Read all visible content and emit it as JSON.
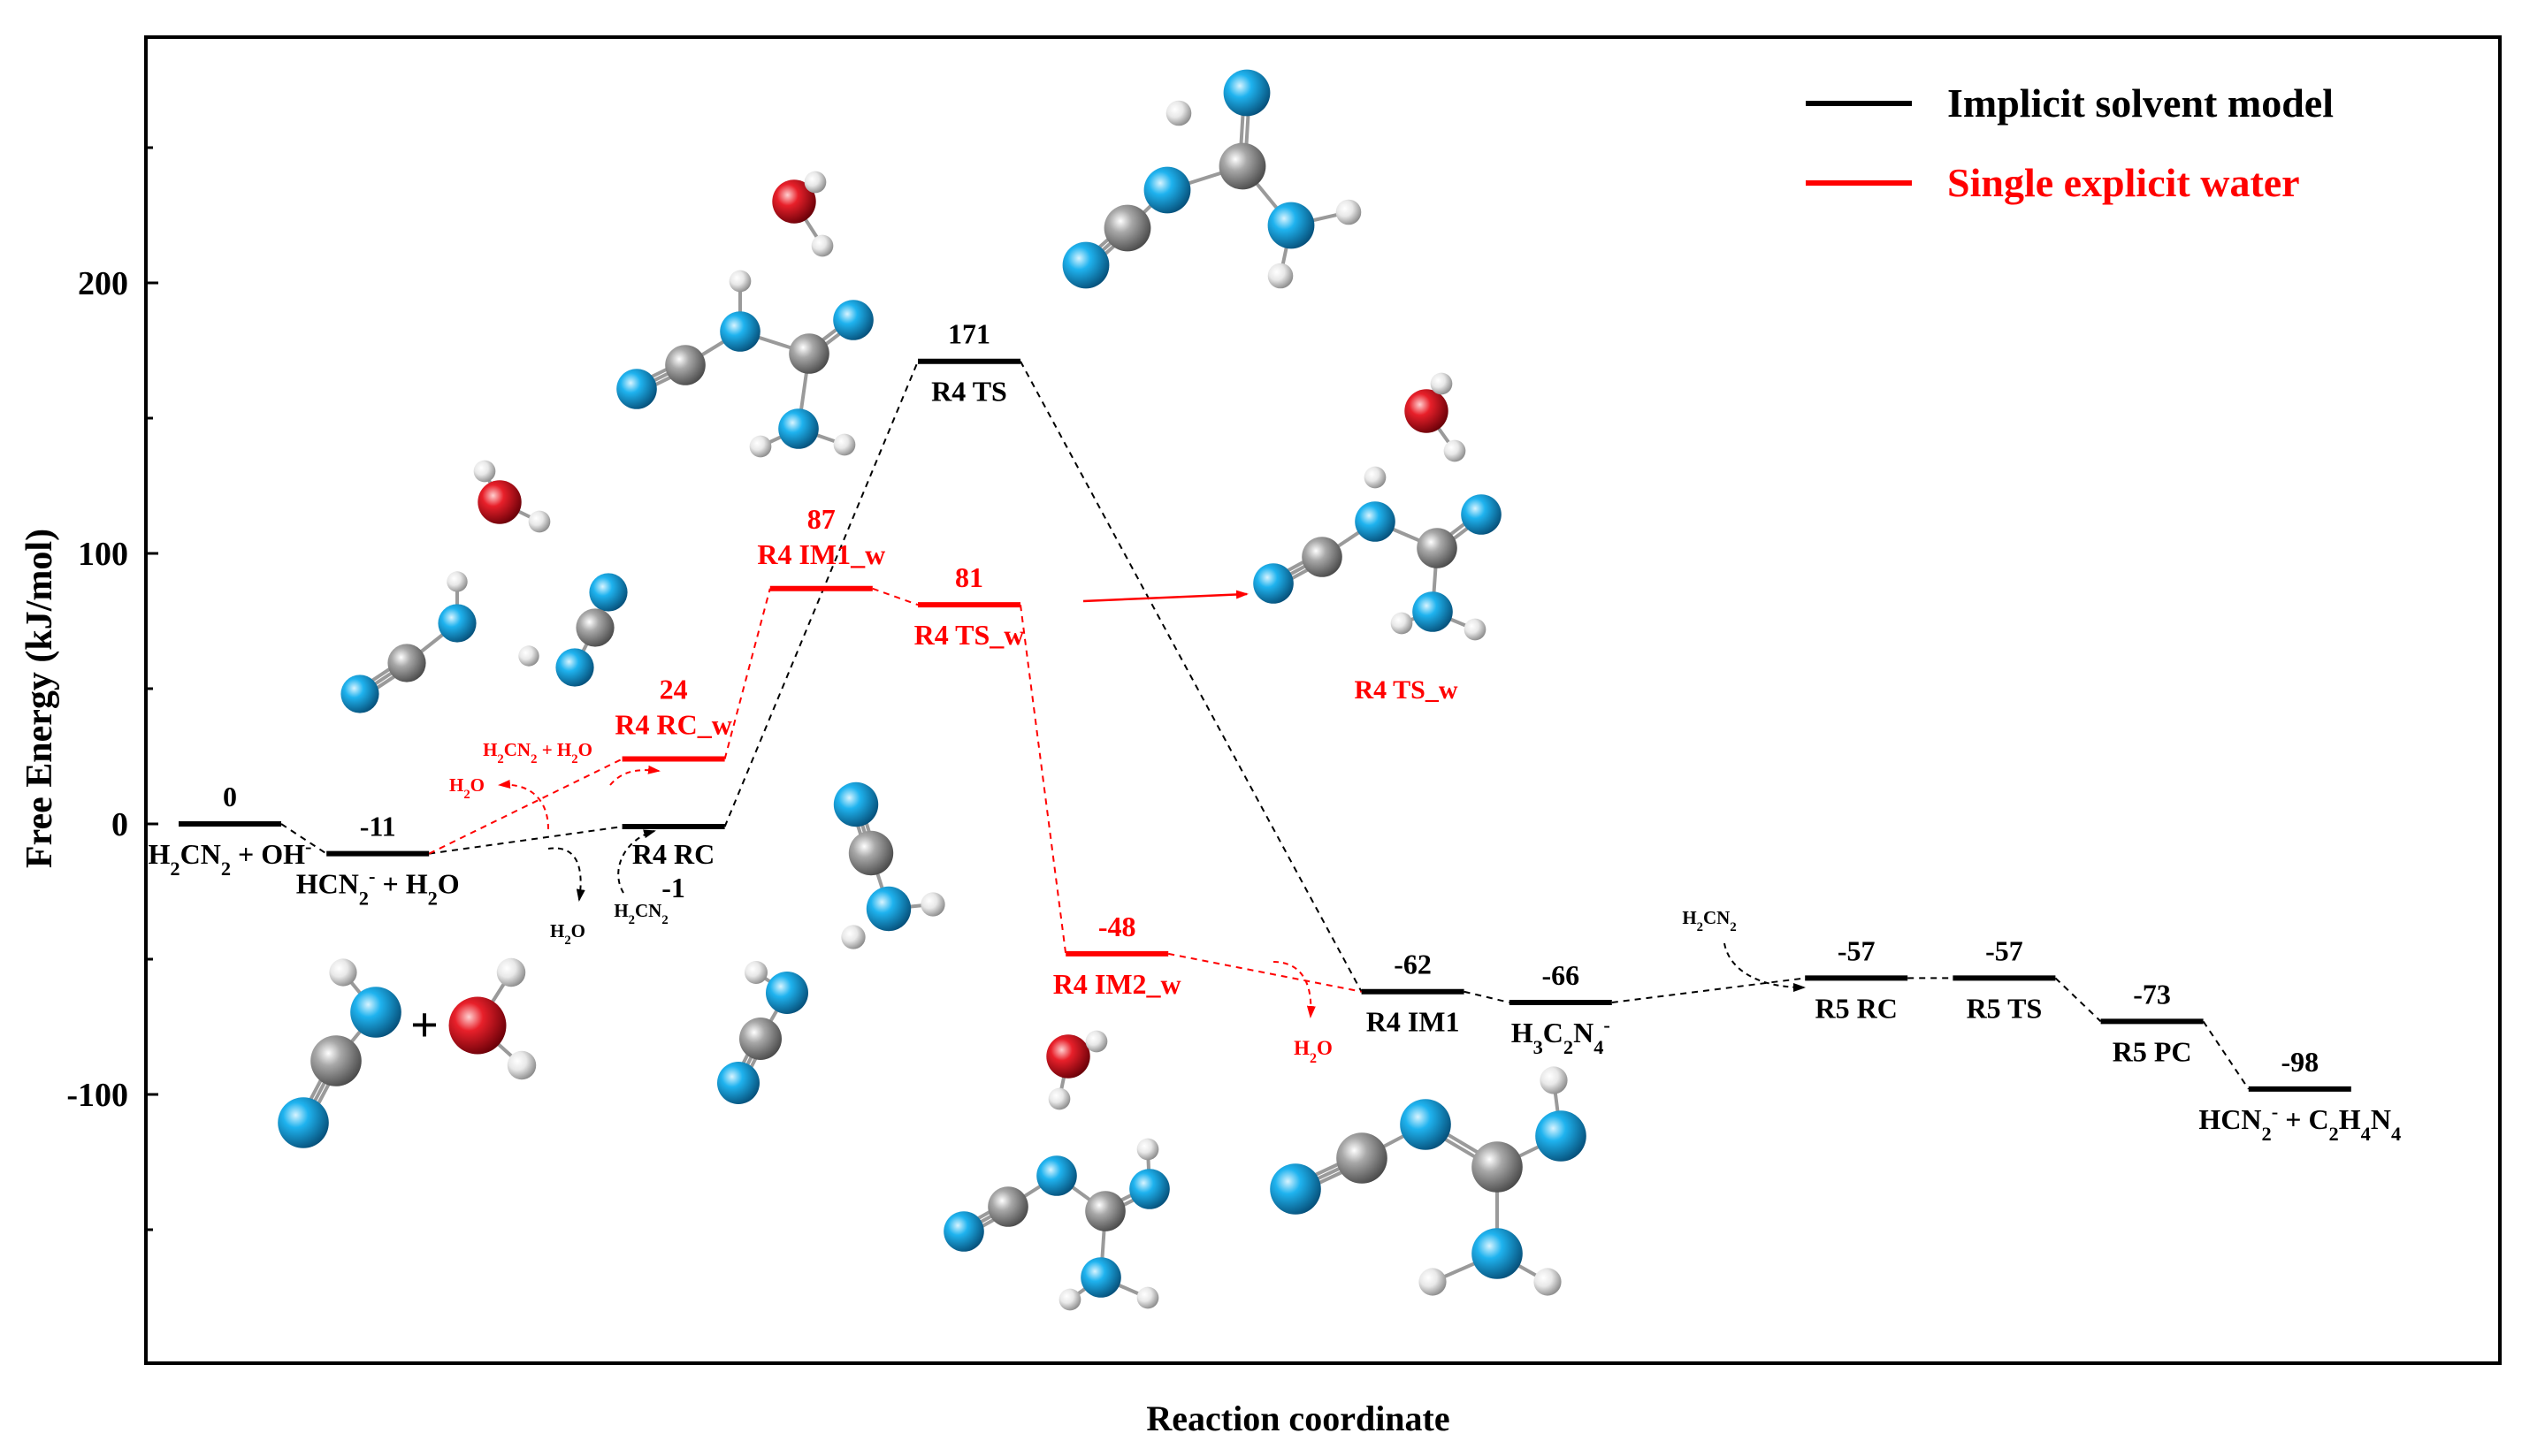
{
  "chart_data": {
    "type": "energy_profile",
    "xlabel": "Reaction coordinate",
    "ylabel": "Free Energy (kJ/mol)",
    "ylim": [
      -200,
      290
    ],
    "y_ticks": [
      -100,
      0,
      100,
      200
    ],
    "y_tick_labels": [
      "-100",
      "0",
      "100",
      "200"
    ],
    "grid": false,
    "legend_position": "top-right",
    "legend": [
      {
        "label": "Implicit solvent model",
        "color": "#000000"
      },
      {
        "label": "Single explicit water",
        "color": "#ff0000"
      }
    ],
    "x_positions": 16,
    "series": [
      {
        "name": "Implicit solvent model",
        "color": "#000000",
        "levels": [
          {
            "pos": 1,
            "energy": 0,
            "value_label": "0",
            "name_html": "H<tspan baseline-shift=\"sub\" font-size=\"70%\">2</tspan>CN<tspan baseline-shift=\"sub\" font-size=\"70%\">2</tspan> + OH<tspan baseline-shift=\"super\" font-size=\"70%\">-</tspan>"
          },
          {
            "pos": 2,
            "energy": -11,
            "value_label": "-11",
            "name_html": "HCN<tspan baseline-shift=\"sub\" font-size=\"70%\">2</tspan><tspan baseline-shift=\"super\" font-size=\"70%\">-</tspan> + H<tspan baseline-shift=\"sub\" font-size=\"70%\">2</tspan>O"
          },
          {
            "pos": 4,
            "energy": -1,
            "value_label": "-1",
            "name_html": "R4 RC",
            "value_below": true
          },
          {
            "pos": 6,
            "energy": 171,
            "value_label": "171",
            "name_html": "R4 TS"
          },
          {
            "pos": 9,
            "energy": -62,
            "value_label": "-62",
            "name_html": "R4 IM1"
          },
          {
            "pos": 10,
            "energy": -66,
            "value_label": "-66",
            "name_html": "H<tspan baseline-shift=\"sub\" font-size=\"70%\">3</tspan>C<tspan baseline-shift=\"sub\" font-size=\"70%\">2</tspan>N<tspan baseline-shift=\"sub\" font-size=\"70%\">4</tspan><tspan baseline-shift=\"super\" font-size=\"70%\">-</tspan>"
          },
          {
            "pos": 12,
            "energy": -57,
            "value_label": "-57",
            "name_html": "R5 RC"
          },
          {
            "pos": 13,
            "energy": -57,
            "value_label": "-57",
            "name_html": "R5 TS"
          },
          {
            "pos": 14,
            "energy": -73,
            "value_label": "-73",
            "name_html": "R5 PC"
          },
          {
            "pos": 15,
            "energy": -98,
            "value_label": "-98",
            "name_html": "HCN<tspan baseline-shift=\"sub\" font-size=\"70%\">2</tspan><tspan baseline-shift=\"super\" font-size=\"70%\">-</tspan> + C<tspan baseline-shift=\"sub\" font-size=\"70%\">2</tspan>H<tspan baseline-shift=\"sub\" font-size=\"70%\">4</tspan>N<tspan baseline-shift=\"sub\" font-size=\"70%\">4</tspan>"
          }
        ]
      },
      {
        "name": "Single explicit water",
        "color": "#ff0000",
        "levels": [
          {
            "pos": 4,
            "energy": 24,
            "value_label": "24",
            "name_html": "R4 RC_w",
            "name_above": true
          },
          {
            "pos": 5,
            "energy": 87,
            "value_label": "87",
            "name_html": "R4 IM1_w",
            "name_above": true
          },
          {
            "pos": 6,
            "energy": 81,
            "value_label": "81",
            "name_html": "R4 TS_w"
          },
          {
            "pos": 7,
            "energy": -48,
            "value_label": "-48",
            "name_html": "R4 IM2_w"
          }
        ]
      }
    ],
    "annotations": [
      {
        "text_html": "H<tspan baseline-shift=\"sub\" font-size=\"70%\">2</tspan>CN<tspan baseline-shift=\"sub\" font-size=\"70%\">2</tspan> + H<tspan baseline-shift=\"sub\" font-size=\"70%\">2</tspan>O",
        "color": "#ff0000"
      },
      {
        "text_html": "H<tspan baseline-shift=\"sub\" font-size=\"70%\">2</tspan>O",
        "color": "#ff0000"
      },
      {
        "text_html": "H<tspan baseline-shift=\"sub\" font-size=\"70%\">2</tspan>O",
        "color": "#000000"
      },
      {
        "text_html": "H<tspan baseline-shift=\"sub\" font-size=\"70%\">2</tspan>CN<tspan baseline-shift=\"sub\" font-size=\"70%\">2</tspan>",
        "color": "#000000"
      },
      {
        "text_html": "H<tspan baseline-shift=\"sub\" font-size=\"70%\">2</tspan>CN<tspan baseline-shift=\"sub\" font-size=\"70%\">2</tspan>",
        "color": "#000000"
      },
      {
        "text_html": "H<tspan baseline-shift=\"sub\" font-size=\"70%\">2</tspan>O",
        "color": "#ff0000"
      },
      {
        "text_html": "R4 TS_w",
        "color": "#ff0000"
      },
      {
        "text_html": "+",
        "color": "#000000"
      }
    ]
  },
  "atom_colors": {
    "carbon": "#8c8c8c",
    "nitrogen": "#1aa9e6",
    "hydrogen": "#e6e6e6",
    "oxygen": "#e0202a"
  }
}
